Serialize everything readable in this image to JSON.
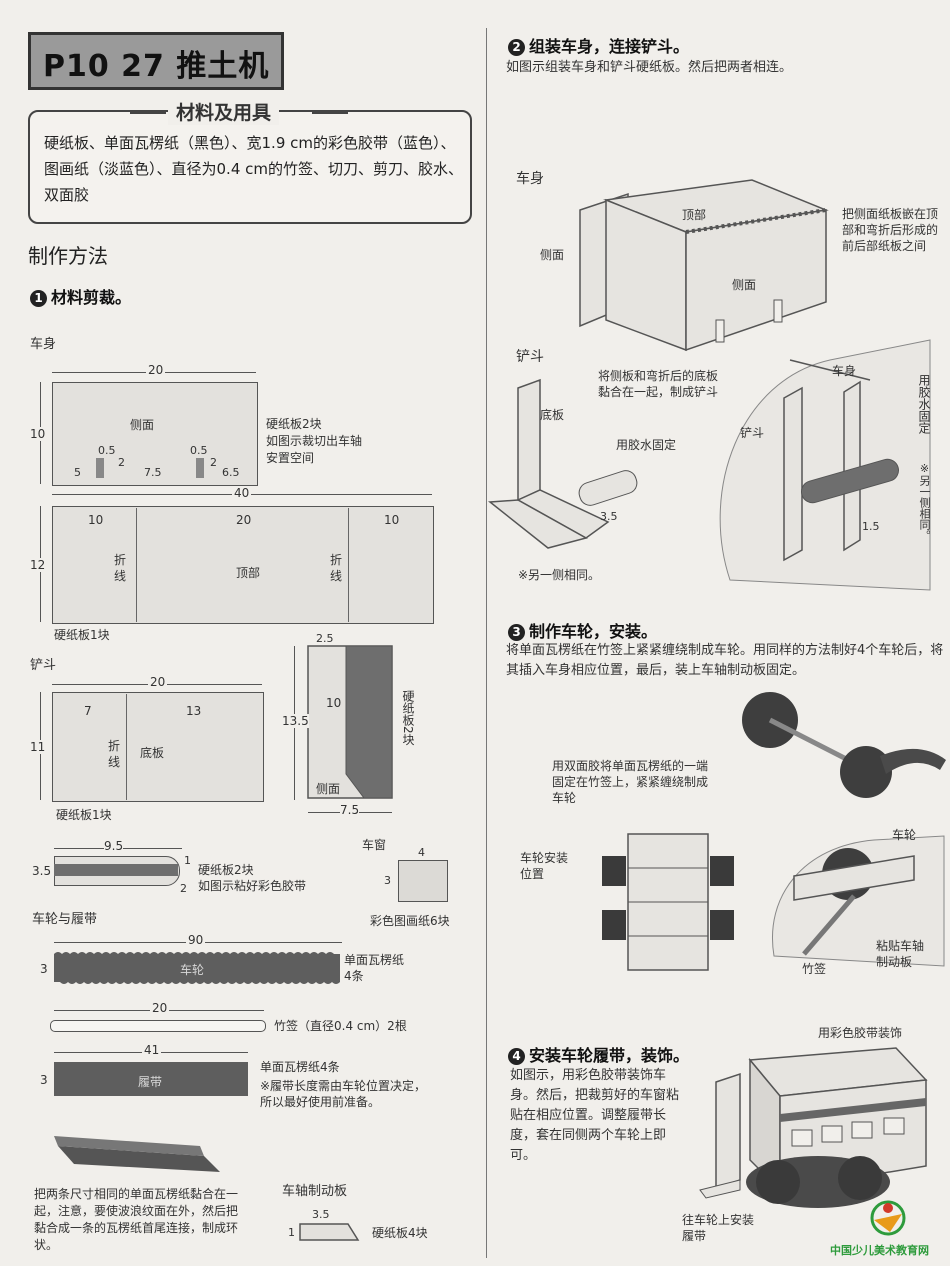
{
  "header": {
    "title": "P10 27 推土机"
  },
  "materials": {
    "heading": "材料及用具",
    "text": "硬纸板、单面瓦楞纸（黑色）、宽1.9 cm的彩色胶带（蓝色）、图画纸（淡蓝色）、直径为0.4 cm的竹签、切刀、剪刀、胶水、双面胶"
  },
  "method": {
    "heading": "制作方法"
  },
  "step1": {
    "num": "1",
    "title": "材料剪裁。",
    "body": {
      "label": "车身",
      "side": {
        "w": "20",
        "h": "10",
        "name": "侧面",
        "n1": "0.5",
        "n2": "2",
        "n3": "0.5",
        "n4": "2",
        "d1": "5",
        "d2": "7.5",
        "d3": "6.5",
        "note": "硬纸板2块\n如图示裁切出车轴\n安置空间"
      },
      "top": {
        "w": "40",
        "h": "12",
        "a": "10",
        "b": "20",
        "c": "10",
        "name": "顶部",
        "fold": "折\n线",
        "fold2": "折\n线",
        "note": "硬纸板1块"
      }
    },
    "bucket": {
      "label": "铲斗",
      "base": {
        "w": "20",
        "h": "11",
        "a": "7",
        "b": "13",
        "fold": "折\n线",
        "name": "底板",
        "note": "硬纸板1块"
      },
      "side": {
        "top": "2.5",
        "h": "13.5",
        "mid": "10",
        "w": "7.5",
        "name": "侧面",
        "note": "硬纸板2块"
      }
    },
    "axle_board": {
      "w": "9.5",
      "h": "3.5",
      "a": "1",
      "b": "2",
      "note": "硬纸板2块\n如图示粘好彩色胶带"
    },
    "window": {
      "label": "车窗",
      "w": "4",
      "h": "3",
      "note": "彩色图画纸6块"
    },
    "wheels": {
      "label": "车轮与履带",
      "wheel": {
        "w": "90",
        "h": "3",
        "name": "车轮",
        "note": "单面瓦楞纸\n4条"
      },
      "stick": {
        "w": "20",
        "note": "竹签（直径0.4 cm）2根"
      },
      "track": {
        "w": "41",
        "h": "3",
        "name": "履带",
        "note": "单面瓦楞纸4条",
        "note2": "※履带长度需由车轮位置决定，\n所以最好使用前准备。"
      },
      "loop_note": "把两条尺寸相同的单面瓦楞纸黏合在一起，注意，要使波浪纹面在外，然后把黏合成一条的瓦楞纸首尾连接，制成环状。"
    },
    "stopper": {
      "label": "车轴制动板",
      "w": "3.5",
      "h": "1",
      "note": "硬纸板4块"
    }
  },
  "step2": {
    "num": "2",
    "title": "组装车身，连接铲斗。",
    "desc": "如图示组装车身和铲斗硬纸板。然后把两者相连。",
    "body_label": "车身",
    "top": "顶部",
    "side1": "侧面",
    "side2": "侧面",
    "body_note": "把侧面纸板嵌在顶部和弯折后形成的前后部纸板之间",
    "bucket_label": "铲斗",
    "base": "底板",
    "bucket_note": "将侧板和弯折后的底板黏合在一起，制成铲斗",
    "glue": "用胶水固定",
    "dim": "3.5",
    "other": "※另一侧相同。",
    "bucket2": "铲斗",
    "body2": "车身",
    "glue2": "用胶水固定",
    "other2": "※另一侧相同。",
    "dim2": "1.5"
  },
  "step3": {
    "num": "3",
    "title": "制作车轮，安装。",
    "desc": "将单面瓦楞纸在竹签上紧紧缠绕制成车轮。用同样的方法制好4个车轮后，将其插入车身相应位置，最后，装上车轴制动板固定。",
    "wrap_note": "用双面胶将单面瓦楞纸的一端固定在竹签上，紧紧缠绕制成车轮",
    "pos": "车轮安装\n位置",
    "wheel": "车轮",
    "stick": "竹签",
    "stopper": "粘贴车轴\n制动板"
  },
  "step4": {
    "num": "4",
    "title": "安装车轮履带，装饰。",
    "desc": "如图示，用彩色胶带装饰车身。然后，把裁剪好的车窗粘贴在相应位置。调整履带长度，套在同侧两个车轮上即可。",
    "tape": "用彩色胶带装饰",
    "track": "往车轮上安装\n履带"
  },
  "footer": {
    "site": "中国少儿美术教育网"
  },
  "colors": {
    "panel": "#e3e1dd",
    "dark": "#555555",
    "accent_green": "#2e9b3c",
    "accent_red": "#d23a2a"
  }
}
